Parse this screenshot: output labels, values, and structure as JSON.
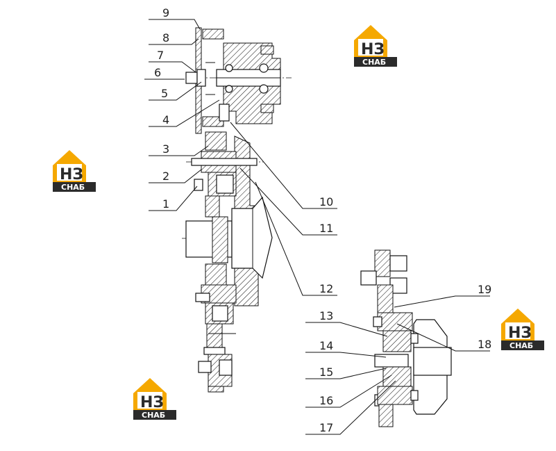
{
  "callouts": {
    "c1": "1",
    "c2": "2",
    "c3": "3",
    "c4": "4",
    "c5": "5",
    "c6": "6",
    "c7": "7",
    "c8": "8",
    "c9": "9",
    "c10": "10",
    "c11": "11",
    "c12": "12",
    "c13": "13",
    "c14": "14",
    "c15": "15",
    "c16": "16",
    "c17": "17",
    "c18": "18",
    "c19": "19"
  },
  "watermark": {
    "brand_letters": "НЗ",
    "brand_sub": "СНАБ"
  },
  "colors": {
    "logo_orange": "#f5a800",
    "logo_dark": "#2b2b2b",
    "line": "#111111"
  }
}
